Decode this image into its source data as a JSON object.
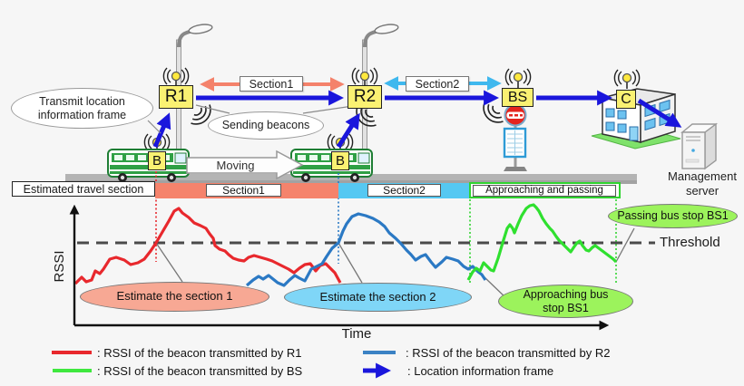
{
  "diagram": {
    "nodes": {
      "r1": "R1",
      "r2": "R2",
      "bs": "BS",
      "c": "C",
      "b": "B"
    },
    "callouts": {
      "transmit": "Transmit location information frame",
      "sending": "Sending beacons"
    },
    "section1_label": "Section1",
    "section2_label": "Section2",
    "moving_label": "Moving",
    "server_label": "Management server"
  },
  "band": {
    "estimated": "Estimated travel section",
    "section1": "Section1",
    "section2": "Section2",
    "approaching": "Approaching and passing"
  },
  "chart": {
    "type": "line",
    "ylabel": "RSSI",
    "xlabel": "Time",
    "threshold_label": "Threshold",
    "annotations": {
      "est1": "Estimate the section 1",
      "est2": "Estimate the section 2",
      "approaching": "Approaching bus stop BS1",
      "passing": "Passing bus stop BS1"
    },
    "curves": {
      "r1_points": "83,313 90,306 95,311 101,309 105,299 110,302 114,297 121,286 128,284 137,287 144,292 152,290 159,286 166,277 172,268 179,256 186,244 192,233 197,230 201,235 208,240 214,246 221,249 227,252 231,258 235,263 237,271 242,275 248,277 252,281 257,285 263,287 269,288 274,284 280,282 287,284 294,286 300,288 306,291 312,294 318,297 324,301 330,296 336,292 342,291 348,299 353,293 359,291 364,296 369,301 375,312",
      "r2_points": "272,315 279,309 285,305 290,308 296,304 301,308 306,312 313,315 319,309 325,304 330,307 336,310 343,297 349,294 355,291 360,283 366,274 373,268 378,255 382,247 388,239 395,236 403,238 411,241 418,245 424,250 429,257 436,263 442,269 448,276 453,281 458,287 464,283 469,281 475,289 480,295 487,289 492,284 499,286 505,288 511,294 516,297 521,294 527,300 531,303 535,309",
      "bs_points": "516,309 521,300 525,296 529,299 533,290 537,294 541,298 544,299 549,285 554,268 559,252 562,248 565,252 567,257 571,247 575,238 580,230 584,227 588,226 591,229 594,233 598,241 602,247 606,252 609,255 613,261 616,265 619,268 623,272 627,276 629,278 633,272 636,268 639,266 642,271 646,276 649,277 653,273 656,271 660,274 664,277 668,280 672,283 676,286 679,289"
    },
    "colors": {
      "r1": "#e8282d",
      "r2": "#2b79c4",
      "bs": "#2fe02f",
      "threshold": "#4a4a4a"
    }
  },
  "legend": {
    "r1": ": RSSI of the beacon transmitted by R1",
    "bs": ": RSSI of the beacon transmitted by BS",
    "r2": ": RSSI of the beacon transmitted by R2",
    "frame": ": Location information frame"
  },
  "colors": {
    "section1_band": "#f5836c",
    "section2_band": "#55c8f2",
    "approaching_border": "#2fd42f",
    "location_arrow": "#1a16dc",
    "node_fill": "#faf172"
  }
}
